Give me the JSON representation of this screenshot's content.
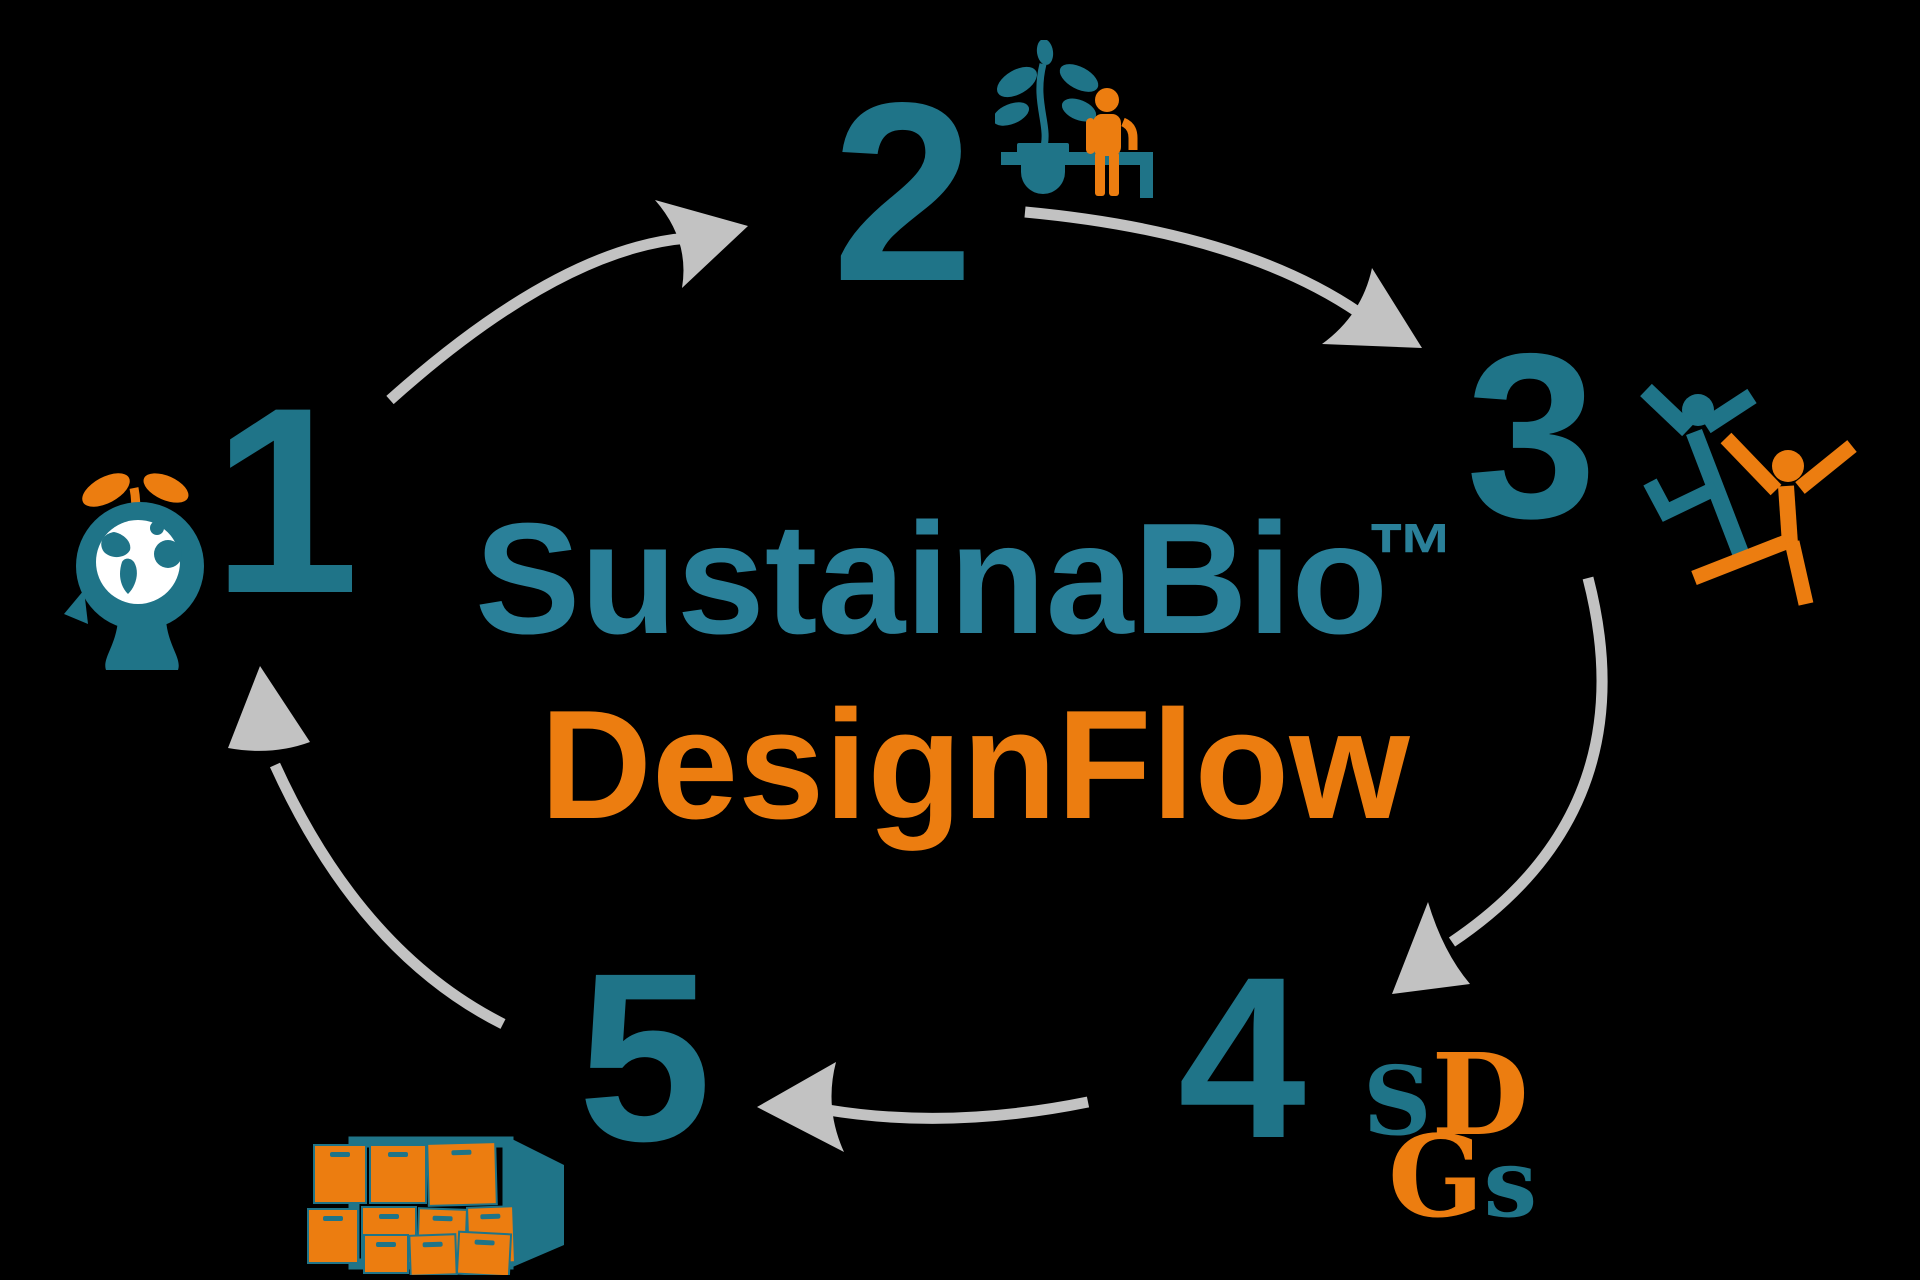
{
  "title": {
    "brand": "SustainaBio",
    "trademark": "™",
    "subtitle": "DesignFlow"
  },
  "steps": [
    {
      "number": "1",
      "icon": "head-globe"
    },
    {
      "number": "2",
      "icon": "plant-bench-person"
    },
    {
      "number": "3",
      "icon": "dancing-people"
    },
    {
      "number": "4",
      "icon": "sdgs-logo"
    },
    {
      "number": "5",
      "icon": "container-boxes"
    }
  ],
  "sdgs": {
    "s_upper": "S",
    "d": "D",
    "g": "G",
    "s_lower": "s"
  },
  "colors": {
    "background": "#000000",
    "teal": "#1F7488",
    "teal_bright": "#2A8099",
    "orange": "#EC7D10",
    "arrow_gray": "#C2C2C2",
    "globe_white": "#FFFFFF"
  }
}
